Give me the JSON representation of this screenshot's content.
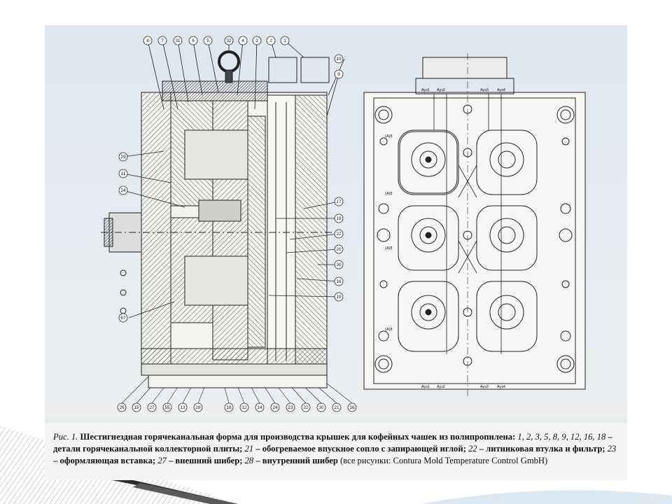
{
  "figure": {
    "labels_left_top": [
      "8",
      "7",
      "31",
      "6",
      "5",
      "32",
      "4",
      "3",
      "2",
      "1"
    ],
    "labels_right_side": [
      "19",
      "9",
      "17",
      "19",
      "22",
      "20",
      "30",
      "16",
      "19"
    ],
    "labels_left_side": [
      "29",
      "11",
      "24",
      "67"
    ],
    "labels_bottom": [
      "26",
      "15",
      "27",
      "55",
      "13",
      "28",
      "18",
      "12",
      "14",
      "24",
      "23",
      "22",
      "30",
      "21",
      "16"
    ],
    "labels_right_small": [
      "(A)8",
      "(A)8",
      "(A)8",
      "(A)8"
    ],
    "labels_right_top": [
      "Ауз1",
      "Ауз2",
      "Ауз3",
      "Ауз4"
    ],
    "labels_right_bottom": [
      "Ауз1",
      "Ауз2",
      "Ауз3",
      "Ауз4"
    ]
  },
  "caption": {
    "prefix": "Рис. 1.",
    "title": "Шестигнездная горячеканальная форма для производства крышек для кофейных чашек из полипропилена:",
    "list1_nums": "1, 2, 3, 5, 8, 9, 12, 16, 18",
    "dash1": " – ",
    "desc1": "детали горячеканальной коллекторной плиты;",
    "num21": "21",
    "desc21": " – обогреваемое впускное сопло с запирающей иглой;",
    "num22": "22",
    "desc22": " – литниковая втулка и фильтр;",
    "num23": "23",
    "desc23": " – оформляющая вставка;",
    "num27": "27",
    "desc27": " – внешний шибер;",
    "num28": "28",
    "desc28": " – внутренний шибер",
    "suffix": " (все рисунки: Contura Mold Temperature Control GmbH)"
  }
}
